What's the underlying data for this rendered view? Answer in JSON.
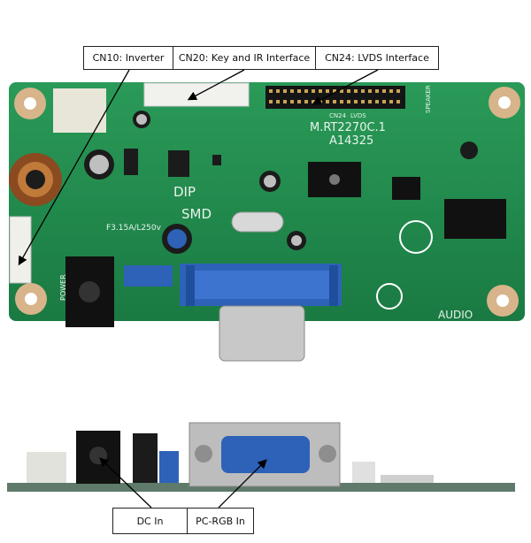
{
  "top_labels": {
    "cn10": "CN10: Inverter",
    "cn20": "CN20: Key and IR Interface",
    "cn24": "CN24: LVDS Interface"
  },
  "bottom_labels": {
    "dc_in": "DC In",
    "pc_rgb_in": "PC-RGB In"
  },
  "board_text": {
    "model": "M.RT2270C.1",
    "code": "A14325",
    "cn24": "CN24",
    "lvds": "LVDS",
    "dip": "DIP",
    "smd": "SMD",
    "fuse": "F3.15A/L250v",
    "audio": "AUDIO",
    "power": "POWER",
    "speaker": "SPEAKER"
  },
  "colors": {
    "pcb_green": "#1f8a4c",
    "vga_blue": "#2e62b8",
    "arrow": "#000000"
  }
}
